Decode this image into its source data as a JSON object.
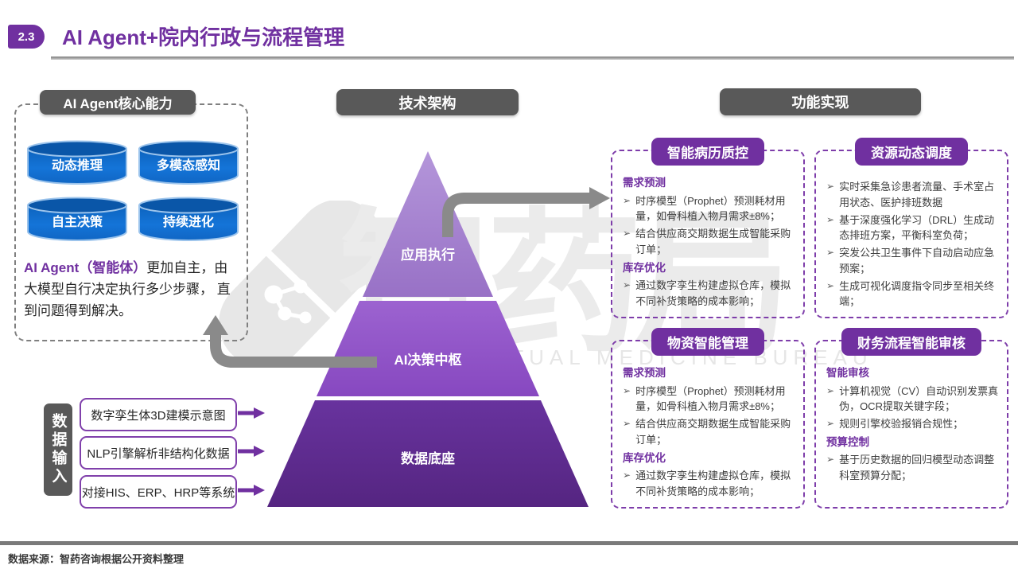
{
  "slide": {
    "badge": "2.3",
    "title": "AI Agent+院内行政与流程管理",
    "source": "数据来源：智药咨询根据公开资料整理"
  },
  "glyphs": {
    "bullet": "➢"
  },
  "colors": {
    "accent_purple": "#7030A0",
    "header_gray": "#595959",
    "cylinder_blue": "#1070D0",
    "pyramid_top": "#A47BD3",
    "pyramid_middle": "#9055C8",
    "pyramid_bottom": "#5E2D90",
    "arrow_gray": "#8A8A8A"
  },
  "left_panel": {
    "header": "AI Agent核心能力",
    "capabilities": [
      "动态推理",
      "多模态感知",
      "自主决策",
      "持续进化"
    ],
    "desc_highlight": "AI Agent（智能体）",
    "desc_rest": "更加自主，由大模型自行决定执行多少步骤， 直到问题得到解决。"
  },
  "data_input": {
    "label": "数据输入",
    "items": [
      "数字孪生体3D建模示意图",
      "NLP引擎解析非结构化数据",
      "对接HIS、ERP、HRP等系统"
    ]
  },
  "pyramid": {
    "header": "技术架构",
    "levels": [
      {
        "label": "应用执行"
      },
      {
        "label": "AI决策中枢"
      },
      {
        "label": "数据底座"
      }
    ]
  },
  "functions": {
    "header": "功能实现",
    "boxes": [
      {
        "title": "智能病历质控",
        "sections": [
          {
            "heading": "需求预测",
            "bullets": [
              "时序模型（Prophet）预测耗材用量，如骨科植入物月需求±8%；",
              "结合供应商交期数据生成智能采购订单；"
            ]
          },
          {
            "heading": "库存优化",
            "bullets": [
              "通过数字孪生构建虚拟仓库，模拟不同补货策略的成本影响；"
            ]
          }
        ]
      },
      {
        "title": "资源动态调度",
        "bullets": [
          "实时采集急诊患者流量、手术室占用状态、医护排班数据",
          "基于深度强化学习（DRL）生成动态排班方案，平衡科室负荷；",
          "突发公共卫生事件下自动启动应急预案；",
          "生成可视化调度指令同步至相关终端；"
        ]
      },
      {
        "title": "物资智能管理",
        "sections": [
          {
            "heading": "需求预测",
            "bullets": [
              "时序模型（Prophet）预测耗材用量，如骨科植入物月需求±8%；",
              "结合供应商交期数据生成智能采购订单；"
            ]
          },
          {
            "heading": "库存优化",
            "bullets": [
              "通过数字孪生构建虚拟仓库，模拟不同补货策略的成本影响；"
            ]
          }
        ]
      },
      {
        "title": "财务流程智能审核",
        "sections": [
          {
            "heading": "智能审核",
            "bullets": [
              "计算机视觉（CV）自动识别发票真伪，OCR提取关键字段；",
              "规则引擎校验报销合规性；"
            ]
          },
          {
            "heading": "预算控制",
            "bullets": [
              "基于历史数据的回归模型动态调整科室预算分配；"
            ]
          }
        ]
      }
    ]
  },
  "watermark": {
    "zh": "智药局",
    "en": "INTELLECTUAL MEDICINE BUREAU"
  }
}
